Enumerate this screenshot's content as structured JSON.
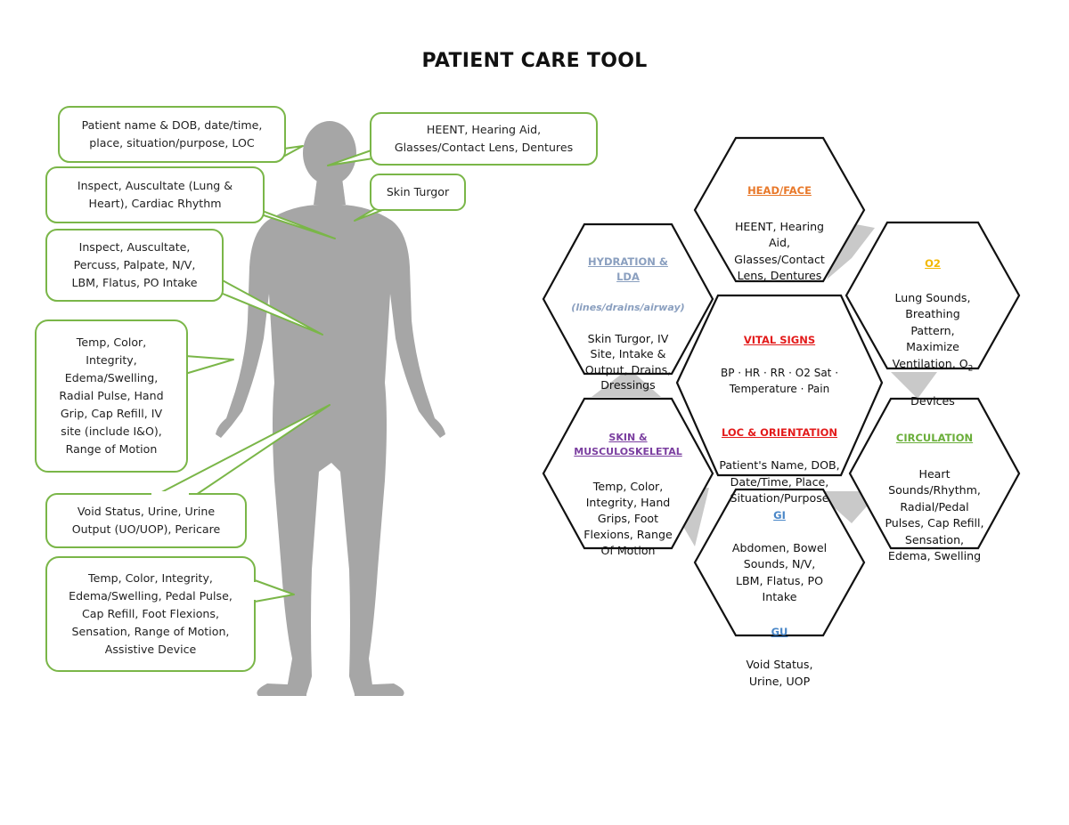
{
  "title": "PATIENT CARE TOOL",
  "colors": {
    "callout_border": "#7ab648",
    "body_fill": "#a6a6a6",
    "connector": "#c9c9c9",
    "hex_border": "#111111",
    "head_face": "#e8792b",
    "o2": "#f2b800",
    "hydration": "#8a9fbf",
    "vital": "#e31b1b",
    "skin": "#7b3fa0",
    "circulation": "#6aae3a",
    "gi": "#4a87c8"
  },
  "callouts": {
    "patient": "Patient name & DOB, date/time,\nplace, situation/purpose, LOC",
    "heent": "HEENT, Hearing Aid,\nGlasses/Contact Lens, Dentures",
    "inspect": "Inspect, Auscultate (Lung &\nHeart), Cardiac Rhythm",
    "skin_turgor": "Skin Turgor",
    "abdomen": "Inspect, Auscultate,\nPercuss, Palpate, N/V,\nLBM, Flatus, PO Intake",
    "arm": "Temp, Color,\nIntegrity,\nEdema/Swelling,\nRadial Pulse, Hand\nGrip, Cap Refill, IV\nsite (include I&O),\nRange of Motion",
    "void": "Void Status, Urine, Urine\nOutput (UO/UOP), Pericare",
    "leg": "Temp, Color, Integrity,\nEdema/Swelling, Pedal Pulse,\nCap Refill, Foot Flexions,\nSensation, Range of Motion,\nAssistive Device"
  },
  "hexes": {
    "head": {
      "title": "HEAD/FACE",
      "body": "HEENT, Hearing\nAid,\nGlasses/Contact\nLens, Dentures"
    },
    "o2": {
      "title": "O2",
      "body": "Lung Sounds,\nBreathing\nPattern,\nMaximize\nVentilation, O",
      "sub2": "2",
      "body2": "Devices"
    },
    "hydration": {
      "title": "HYDRATION &\nLDA",
      "subtitle": "(lines/drains/airway)",
      "body": "Skin Turgor, IV\nSite, Intake &\nOutput, Drains,\nDressings"
    },
    "vital": {
      "title": "VITAL SIGNS",
      "body": "BP · HR · RR · O2 Sat ·\nTemperature · Pain",
      "title2": "LOC & ORIENTATION",
      "body2": "Patient's Name, DOB,\nDate/Time, Place,\nSituation/Purpose"
    },
    "skin": {
      "title": "SKIN &\nMUSCULOSKELETAL",
      "body": "Temp, Color,\nIntegrity, Hand\nGrips, Foot\nFlexions, Range\nOf Motion"
    },
    "circulation": {
      "title": "CIRCULATION",
      "body": "Heart\nSounds/Rhythm,\nRadial/Pedal\nPulses, Cap Refill,\nSensation,\nEdema, Swelling"
    },
    "gi": {
      "title": "GI",
      "body": "Abdomen, Bowel\nSounds, N/V,\nLBM, Flatus, PO\nIntake",
      "title2": "GU",
      "body2": "Void Status,\nUrine, UOP"
    }
  }
}
